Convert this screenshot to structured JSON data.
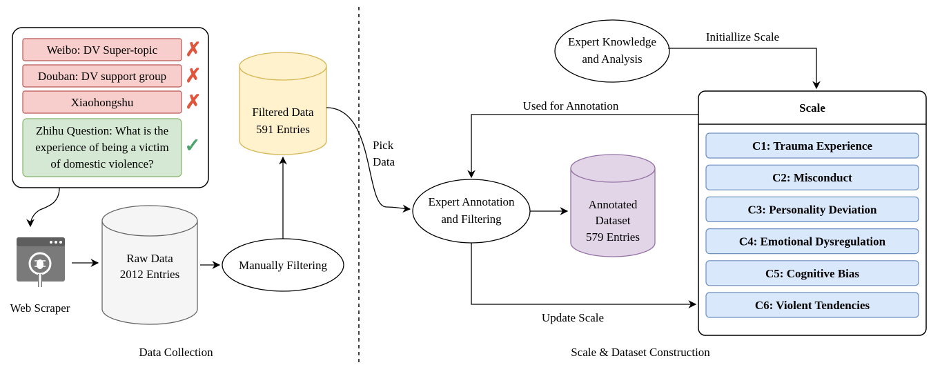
{
  "sections": {
    "left_caption": "Data Collection",
    "right_caption": "Scale & Dataset  Construction"
  },
  "sources": [
    {
      "label": "Weibo: DV Super-topic",
      "status": "rejected"
    },
    {
      "label": "Douban: DV support group",
      "status": "rejected"
    },
    {
      "label": "Xiaohongshu",
      "status": "rejected"
    },
    {
      "label_lines": [
        "Zhihu Question: What is the",
        "experience of being a victim",
        "of domestic violence?"
      ],
      "status": "accepted"
    }
  ],
  "nodes": {
    "web_scraper": "Web Scraper",
    "raw_data": [
      "Raw Data",
      "2012 Entries"
    ],
    "manually_filtering": "Manually Filtering",
    "filtered_data": [
      "Filtered Data",
      "591 Entries"
    ],
    "expert_annotation": [
      "Expert Annotation",
      "and Filtering"
    ],
    "annotated_dataset": [
      "Annotated",
      "Dataset",
      "579 Entries"
    ],
    "expert_knowledge": [
      "Expert Knowledge",
      "and Analysis"
    ]
  },
  "edges": {
    "pick_data": [
      "Pick",
      "Data"
    ],
    "initialize_scale": "Initiallize Scale",
    "used_for_annotation": "Used for Annotation",
    "update_scale": "Update Scale"
  },
  "scale": {
    "title": "Scale",
    "items": [
      "C1: Trauma Experience",
      "C2: Misconduct",
      "C3: Personality Deviation",
      "C4: Emotional Dysregulation",
      "C5: Cognitive Bias",
      "C6: Violent Tendencies"
    ]
  },
  "colors": {
    "rejected_fill": "#f8cecc",
    "rejected_stroke": "#b85450",
    "accepted_fill": "#d5e8d4",
    "accepted_stroke": "#82b366",
    "cross_mark": "#e0563d",
    "check_mark": "#4ca26b",
    "filtered_fill": "#fff2cc",
    "filtered_stroke": "#d6b656",
    "raw_fill": "#f5f5f5",
    "raw_stroke": "#666666",
    "annotated_fill": "#e1d5e7",
    "annotated_stroke": "#9673a6",
    "scale_item_fill": "#dae8fc",
    "scale_item_stroke": "#6c8ebf"
  }
}
